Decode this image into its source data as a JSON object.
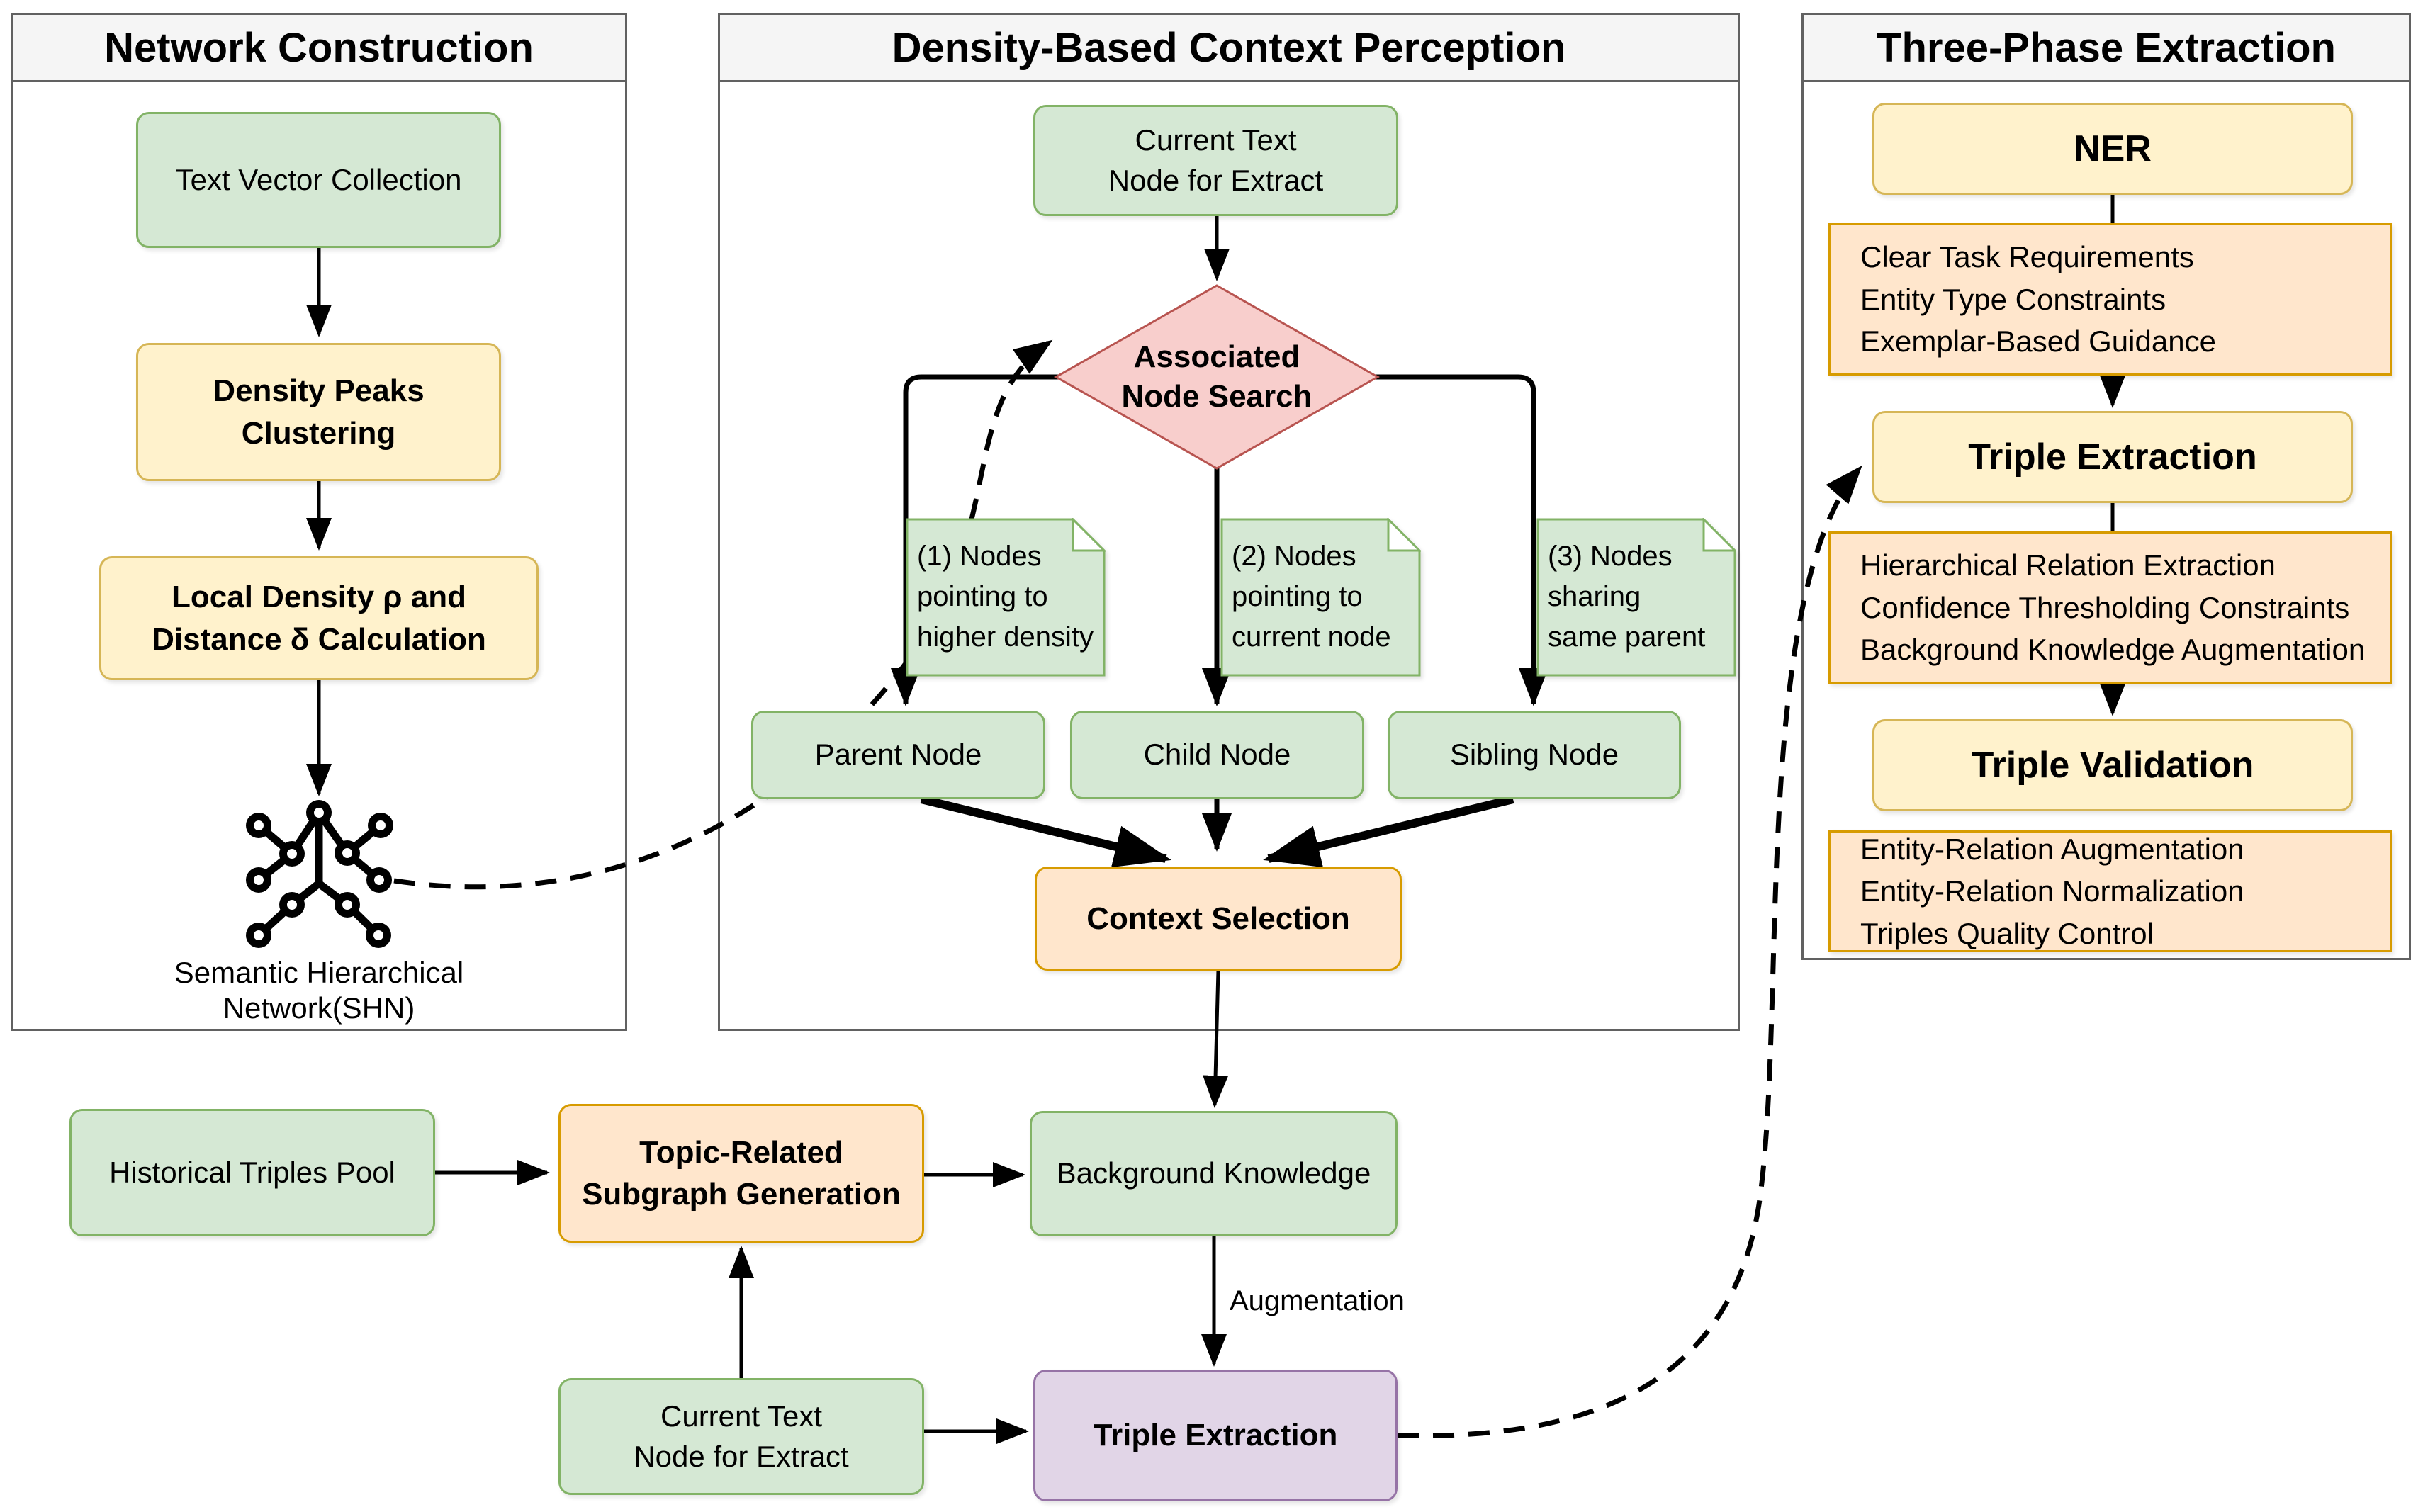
{
  "colors": {
    "green_fill": "#d5e8d4",
    "green_stroke": "#82b366",
    "yellow_fill": "#fff2cc",
    "yellow_stroke": "#d6b656",
    "orange_fill": "#ffe6cc",
    "orange_stroke": "#d79b00",
    "red_fill": "#f8cecc",
    "red_stroke": "#b85450",
    "purple_fill": "#e1d5e7",
    "purple_stroke": "#9673a6",
    "panel_border": "#616161",
    "header_bg": "#f5f5f5",
    "ink": "#000000"
  },
  "panels": {
    "left": {
      "title": "Network Construction"
    },
    "middle": {
      "title": "Density-Based Context Perception"
    },
    "right": {
      "title": "Three-Phase Extraction"
    }
  },
  "network_construction": {
    "text_vector_collection": "Text Vector Collection",
    "density_peaks_clustering": "Density Peaks\nClustering",
    "local_density_calculation": "Local Density ρ and\nDistance δ Calculation",
    "shn_icon": "hierarchical-network-icon",
    "shn_caption": "Semantic Hierarchical\nNetwork(SHN)"
  },
  "context_perception": {
    "current_text_node": "Current Text\nNode for Extract",
    "associated_node_search": "Associated\nNode Search",
    "note_1": "(1) Nodes\npointing to\nhigher density",
    "note_2": "(2) Nodes\npointing to\ncurrent node",
    "note_3": "(3) Nodes\nsharing\nsame parent",
    "parent_node": "Parent Node",
    "child_node": "Child Node",
    "sibling_node": "Sibling Node",
    "context_selection": "Context Selection"
  },
  "three_phase": {
    "ner": "NER",
    "ner_details": "Clear Task Requirements\nEntity Type Constraints\nExemplar-Based Guidance",
    "triple_extraction": "Triple Extraction",
    "extraction_details": "Hierarchical Relation Extraction\nConfidence Thresholding Constraints\nBackground Knowledge Augmentation",
    "triple_validation": "Triple Validation",
    "validation_details": "Entity-Relation Augmentation\nEntity-Relation Normalization\nTriples Quality Control"
  },
  "bottom_flow": {
    "historical_triples_pool": "Historical Triples Pool",
    "topic_subgraph_generation": "Topic-Related\nSubgraph Generation",
    "background_knowledge": "Background Knowledge",
    "current_text_node": "Current Text\nNode for Extract",
    "augmentation_label": "Augmentation",
    "triple_extraction": "Triple Extraction"
  }
}
